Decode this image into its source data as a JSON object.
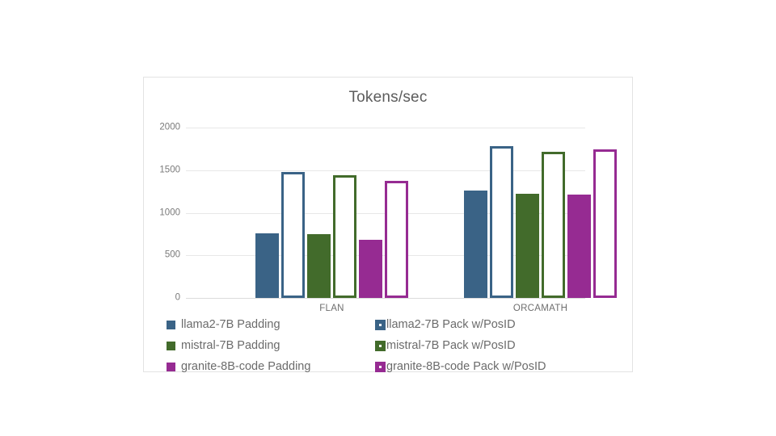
{
  "chart_data": {
    "type": "bar",
    "title": "Tokens/sec",
    "xlabel": "",
    "ylabel": "",
    "ylim": [
      0,
      2000
    ],
    "yticks": [
      0,
      500,
      1000,
      1500,
      2000
    ],
    "ytick_labels": [
      "0",
      "500",
      "1000",
      "1500",
      "2000"
    ],
    "grid": true,
    "legend_position": "bottom",
    "categories": [
      "FLAN",
      "ORCAMATH"
    ],
    "series": [
      {
        "name": "llama2-7B Padding",
        "style": "solid",
        "color": "#3a6386",
        "values": [
          760,
          1265
        ]
      },
      {
        "name": "llama2-7B Pack w/PosID",
        "style": "outline",
        "color": "#3a6386",
        "values": [
          1480,
          1780
        ]
      },
      {
        "name": "mistral-7B Padding",
        "style": "solid",
        "color": "#426b2b",
        "values": [
          745,
          1225
        ]
      },
      {
        "name": "mistral-7B Pack w/PosID",
        "style": "outline",
        "color": "#426b2b",
        "values": [
          1440,
          1715
        ]
      },
      {
        "name": "granite-8B-code Padding",
        "style": "solid",
        "color": "#962b92",
        "values": [
          680,
          1210
        ]
      },
      {
        "name": "granite-8B-code Pack w/PosID",
        "style": "outline",
        "color": "#962b92",
        "values": [
          1375,
          1740
        ]
      }
    ]
  },
  "legend": {
    "left_column": [
      {
        "label": "llama2-7B Padding",
        "color": "#3a6386",
        "style": "solid"
      },
      {
        "label": "mistral-7B Padding",
        "color": "#426b2b",
        "style": "solid"
      },
      {
        "label": "granite-8B-code Padding",
        "color": "#962b92",
        "style": "solid"
      }
    ],
    "right_column": [
      {
        "label": "llama2-7B Pack w/PosID",
        "color": "#3a6386",
        "style": "packed"
      },
      {
        "label": "mistral-7B Pack w/PosID",
        "color": "#426b2b",
        "style": "packed"
      },
      {
        "label": "granite-8B-code Pack w/PosID",
        "color": "#962b92",
        "style": "packed"
      }
    ]
  },
  "colors": {
    "blue": "#3a6386",
    "green": "#426b2b",
    "purple": "#962b92",
    "grid": "#e8e8e8",
    "text": "#6b6b6b",
    "border": "#e3e3e3",
    "background": "#ffffff"
  }
}
